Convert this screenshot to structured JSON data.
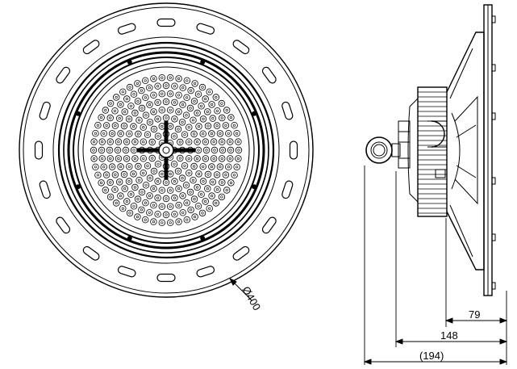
{
  "front_view": {
    "diameter_label": "Ø400",
    "mounting_slot_count": 20,
    "led_ring_counts": [
      1,
      6,
      12,
      18,
      24,
      30,
      36,
      42,
      48,
      54
    ]
  },
  "side_view": {
    "dimensions": {
      "d1": "79",
      "d2": "148",
      "d3": "(194)"
    }
  },
  "colors": {
    "line": "#000000",
    "background": "#ffffff"
  }
}
